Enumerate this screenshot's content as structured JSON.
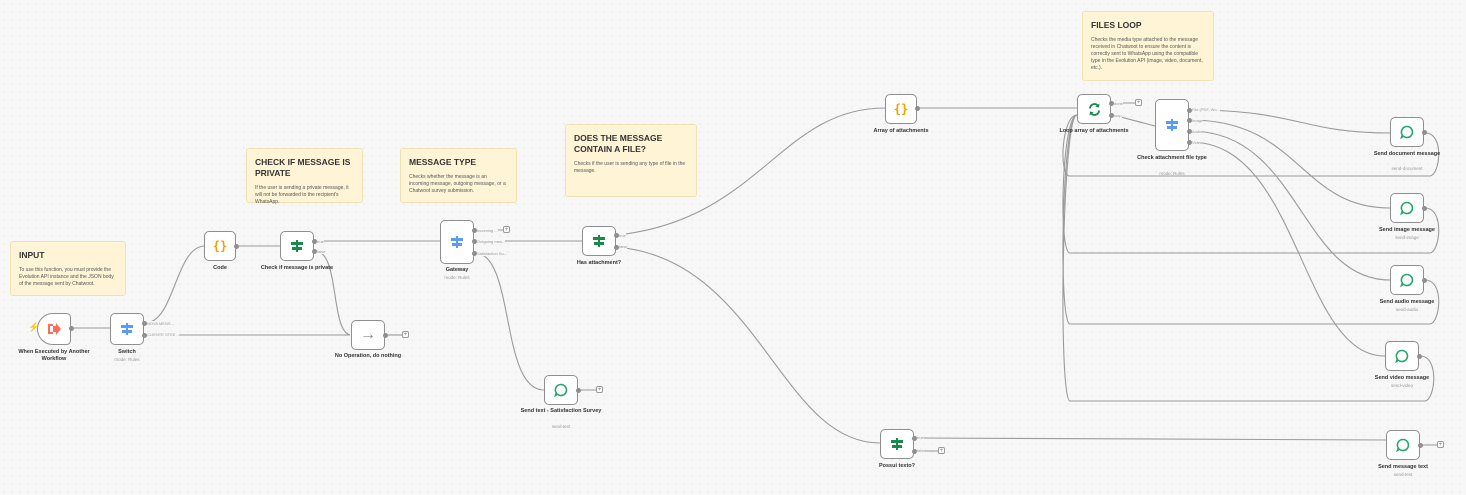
{
  "stickies": {
    "input": {
      "title": "INPUT",
      "body": "To use this function, you must provide the Evolution API instance and the JSON body of the message sent by Chatwoot."
    },
    "private": {
      "title": "CHECK IF MESSAGE IS PRIVATE",
      "body": "If the user is sending a private message, it will not be forwarded to the recipient's WhatsApp."
    },
    "msgtype": {
      "title": "MESSAGE TYPE",
      "body": "Checks whether the message is an incoming message, outgoing message, or a Chatwoot survey submission."
    },
    "file": {
      "title": "DOES THE MESSAGE CONTAIN A FILE?",
      "body": "Checks if the user is sending any type of file in the message."
    },
    "loop": {
      "title": "FILES LOOP",
      "body": "Checks the media type attached to the message received in Chatwoot to ensure the content is correctly sent to WhatsApp using the compatible type in the Evolution API (image, video, document, etc.)."
    }
  },
  "nodes": {
    "trigger": {
      "label": "When Executed by Another Workflow"
    },
    "switch": {
      "label": "Switch",
      "sub": "mode: Rules",
      "out1": "NOVA MENS...",
      "out2": "CLIENTE STEE..."
    },
    "code": {
      "label": "Code"
    },
    "private": {
      "label": "Check if message is private",
      "out1": "true",
      "out2": "false"
    },
    "noop": {
      "label": "No Operation, do nothing"
    },
    "gateway": {
      "label": "Gateway",
      "sub": "mode: Rules",
      "out1": "Incoming ...",
      "out2": "Outgoing mes...",
      "out3": "Satisfaction Su..."
    },
    "survey": {
      "label": "Send text - Satisfaction Survey",
      "sub": "send-text"
    },
    "hasatt": {
      "label": "Has attachment?",
      "out1": "true",
      "out2": "false"
    },
    "array": {
      "label": "Array of attachments"
    },
    "loop": {
      "label": "Loop array of attachments",
      "out1": "done",
      "out2": "loop"
    },
    "checkatt": {
      "label": "Check attachment file type",
      "sub": "mode: Rules",
      "out1": "File (PDF, Wo...",
      "out2": "Image",
      "out3": "Audio",
      "out4": "Video"
    },
    "doc": {
      "label": "Send document message",
      "sub": "send-document"
    },
    "image": {
      "label": "Send image message",
      "sub": "send-image"
    },
    "audio": {
      "label": "Send audio message",
      "sub": "send-audio"
    },
    "video": {
      "label": "Send video message",
      "sub": "send-video"
    },
    "possui": {
      "label": "Possui texto?",
      "out1": "true",
      "out2": "false"
    },
    "msgtext": {
      "label": "Send message text",
      "sub": "send-text"
    }
  },
  "colors": {
    "trigger": "#ff6d5a",
    "switch": "#5b9cf2",
    "if": "#1a8a4a",
    "code": "#f0a000",
    "whatsapp": "#25a66a",
    "noop": "#888888"
  },
  "icons": {
    "trigger": "lightning-icon",
    "code": "braces-icon",
    "if": "if-signpost-icon",
    "switch": "switch-signpost-icon",
    "noop": "arrow-right-icon",
    "loop": "loop-arrows-icon",
    "chat": "chat-bubble-icon",
    "plus": "plus-icon"
  },
  "plus_label": "+"
}
